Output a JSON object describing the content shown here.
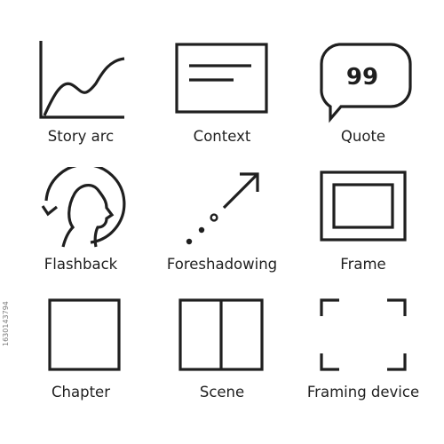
{
  "icons": [
    {
      "id": "story-arc",
      "label": "Story arc"
    },
    {
      "id": "context",
      "label": "Context"
    },
    {
      "id": "quote",
      "label": "Quote",
      "glyph": "99"
    },
    {
      "id": "flashback",
      "label": "Flashback"
    },
    {
      "id": "foreshadowing",
      "label": "Foreshadowing"
    },
    {
      "id": "frame",
      "label": "Frame"
    },
    {
      "id": "chapter",
      "label": "Chapter"
    },
    {
      "id": "scene",
      "label": "Scene"
    },
    {
      "id": "framing-device",
      "label": "Framing device"
    }
  ],
  "stock_id": "1630143794",
  "stroke_color": "#1f1f1f"
}
